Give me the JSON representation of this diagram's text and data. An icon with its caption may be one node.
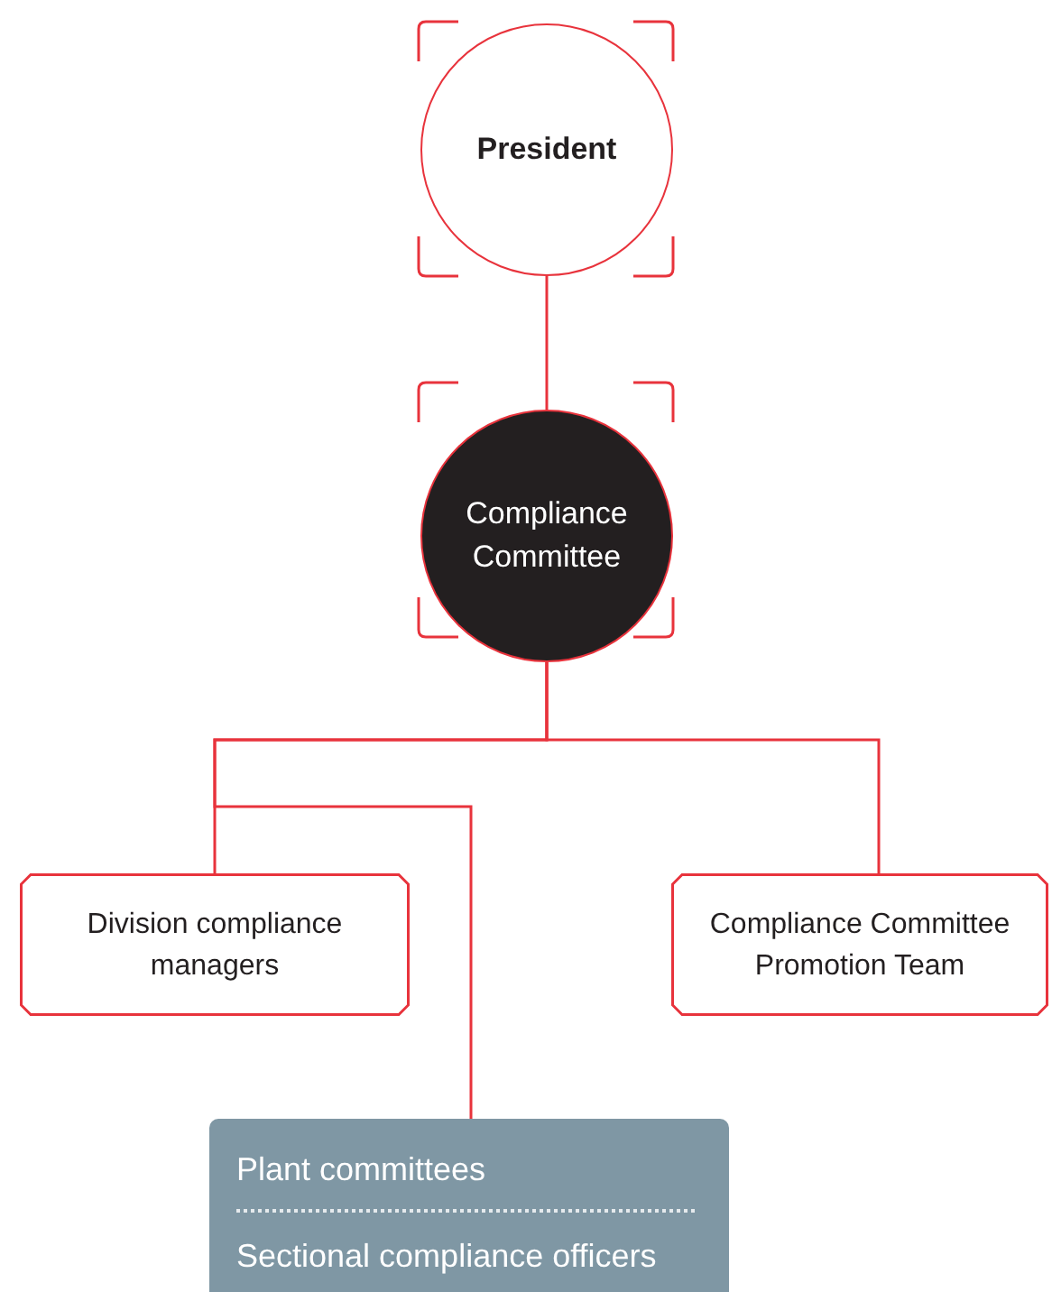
{
  "diagram": {
    "nodes": [
      {
        "text": [
          "President"
        ]
      },
      {
        "text": [
          "Compliance Committee"
        ]
      },
      {
        "text": [
          "Division compliance managers"
        ]
      },
      {
        "text": [
          "Plant committees",
          "Sectional compliance officers"
        ]
      },
      {
        "text": [
          "Compliance Committee Promotion Team"
        ]
      }
    ],
    "edges": [
      {
        "from": 0,
        "to": 1,
        "arrow": "none"
      },
      {
        "from": 1,
        "to": 2,
        "arrow": "none"
      },
      {
        "from": 1,
        "to": 3,
        "arrow": "none"
      },
      {
        "from": 1,
        "to": 4,
        "arrow": "none"
      }
    ]
  }
}
